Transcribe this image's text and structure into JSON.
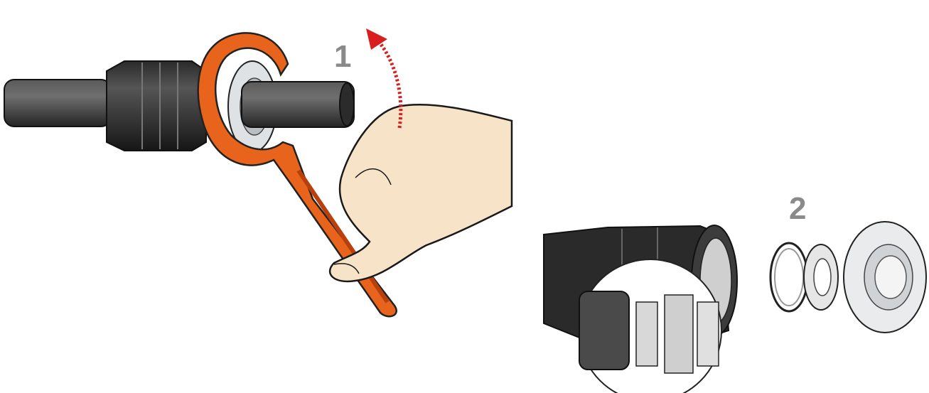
{
  "steps": [
    {
      "number": "1"
    },
    {
      "number": "2"
    }
  ],
  "colors": {
    "pipe": "#3a3a3a",
    "pipe_highlight": "#6a6a6a",
    "wrench": "#e8641c",
    "wrench_dark": "#b8400c",
    "skin": "#f7e3c8",
    "arrow": "#d81e1e",
    "outline": "#1a1a1a"
  },
  "icons": {
    "step1": "pipe-fitting-wrench-release-illustration",
    "step2": "fitting-exploded-parts-illustration"
  }
}
